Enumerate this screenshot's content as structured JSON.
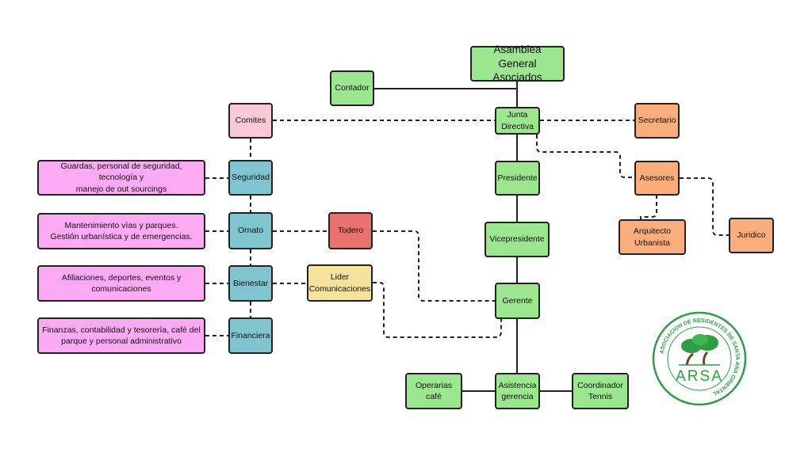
{
  "nodes": {
    "asamblea": "Asamblea General\nAsociados",
    "contador": "Contador",
    "junta": "Junta\nDirectiva",
    "comites": "Comites",
    "secretario": "Secretario",
    "presidente": "Presidente",
    "asesores": "Asesores",
    "arquitecto": "Arquitecto\nUrbanista",
    "juridico": "Juridico",
    "vicepresidente": "Vicepresidente",
    "gerente": "Gerente",
    "seguridad": "Seguridad",
    "ornato": "Ornato",
    "bienestar": "Bienestar",
    "financiera": "Financiera",
    "todero": "Todero",
    "lider": "Lider\nComunicaciones",
    "operarias": "Operarias\ncafé",
    "asistencia": "Asistencia\ngerencia",
    "coordinador": "Coordinador\nTennis",
    "desc_seguridad": "Guardas, personal de seguridad, tecnología y\nmanejo de out sourcings",
    "desc_ornato": "Mantenimiento vías y parques.\nGestión urbanística y de emergencias.",
    "desc_bienestar": "Afiliaciones, deportes, eventos y\ncomunicaciones",
    "desc_financiera": "Finanzas, contabilidad y tesorería, café del\nparque y personal administrativo"
  },
  "logo": {
    "name": "ARSA",
    "ring_text": "ASOCIACION DE RESIDENTES DE SANTA ANA ORIENTAL"
  },
  "colors": {
    "green": "#9be68f",
    "pink": "#fbc8d6",
    "orange": "#fbae7b",
    "teal": "#7ec5d0",
    "magenta": "#fbaaf3",
    "red": "#e6716d",
    "yellow": "#f5e39c",
    "logo_green": "#2e9e44"
  }
}
